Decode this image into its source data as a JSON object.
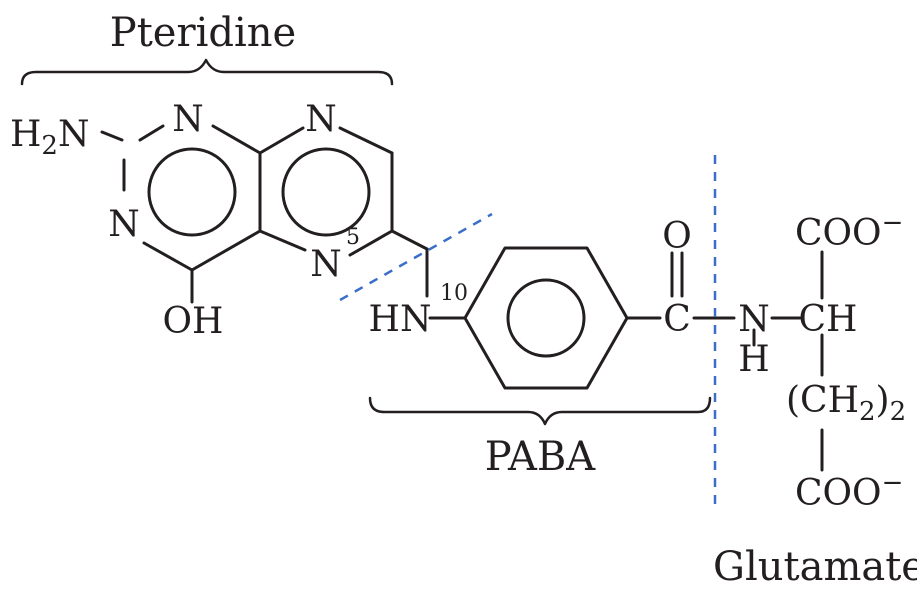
{
  "labels": {
    "pteridine": "Pteridine",
    "paba": "PABA",
    "glutamate": "Glutamate"
  },
  "atoms": {
    "h2n_h": "H",
    "h2n_sub": "2",
    "h2n_n": "N",
    "n1": "N",
    "n3": "N",
    "n_top_right": "N",
    "n5": "N",
    "oh": "OH",
    "hn": "HN",
    "carbonyl_o": "O",
    "carbonyl_c": "C",
    "amide_n": "N",
    "amide_h": "H",
    "alpha_ch": "CH",
    "coo_top": "COO",
    "coo_top_charge": "−",
    "ch2_open": "(CH",
    "ch2_sub2": "2",
    "ch2_close": ")",
    "ch2_repeat": "2",
    "coo_bottom": "COO",
    "coo_bottom_charge": "−"
  },
  "numbers": {
    "pos5": "5",
    "pos10": "10"
  },
  "colors": {
    "ink": "#231f20",
    "dashed_line": "#3b6ec8"
  }
}
